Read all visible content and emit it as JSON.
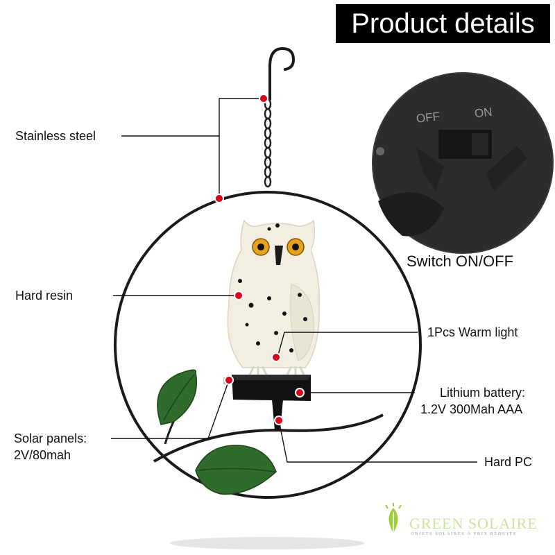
{
  "header": {
    "title": "Product details"
  },
  "callouts": {
    "stainless_steel": "Stainless steel",
    "hard_resin": "Hard resin",
    "solar_panels_line1": "Solar panels:",
    "solar_panels_line2": "2V/80mah",
    "warm_light": "1Pcs Warm light",
    "battery_line1": "Lithium battery:",
    "battery_line2": "1.2V 300Mah AAA",
    "hard_pc": "Hard PC"
  },
  "switch_detail": {
    "caption": "Switch ON/OFF",
    "off_label": "OFF",
    "on_label": "ON"
  },
  "brand": {
    "name": "GREEN SOLAIRE",
    "tagline": "OBJETS SOLAIRES À PRIX RÉDUITS"
  },
  "colors": {
    "header_bg": "#000000",
    "marker_red": "#d9001b",
    "leaf_green": "#2f6b2a",
    "owl_body": "#f2efe2",
    "owl_eye": "#e8a21a",
    "brand_green": "#9ccf3a"
  }
}
